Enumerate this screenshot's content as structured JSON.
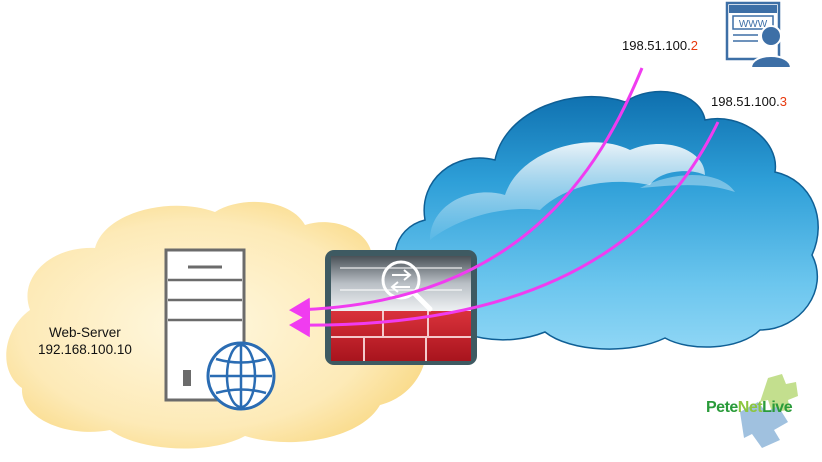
{
  "server": {
    "name": "Web-Server",
    "ip": "192.168.100.10"
  },
  "clients": [
    {
      "ip_prefix": "198.51.100.",
      "ip_suffix": "2"
    },
    {
      "ip_prefix": "198.51.100.",
      "ip_suffix": "3"
    }
  ],
  "client_icon": {
    "text": "WWW",
    "icon": "web-user-icon"
  },
  "firewall": {
    "icon": "firewall-inspection-icon"
  },
  "brand": {
    "part1": "Pete",
    "part2": "Net",
    "part3": "Live"
  },
  "colors": {
    "internal_cloud": "#fce6a8",
    "internet_cloud": "#2f9fd6",
    "firewall": "#c8202b",
    "arrows": "#f03cf0",
    "ip_suffix": "#e8380d",
    "brand": "#2a9b3a"
  }
}
